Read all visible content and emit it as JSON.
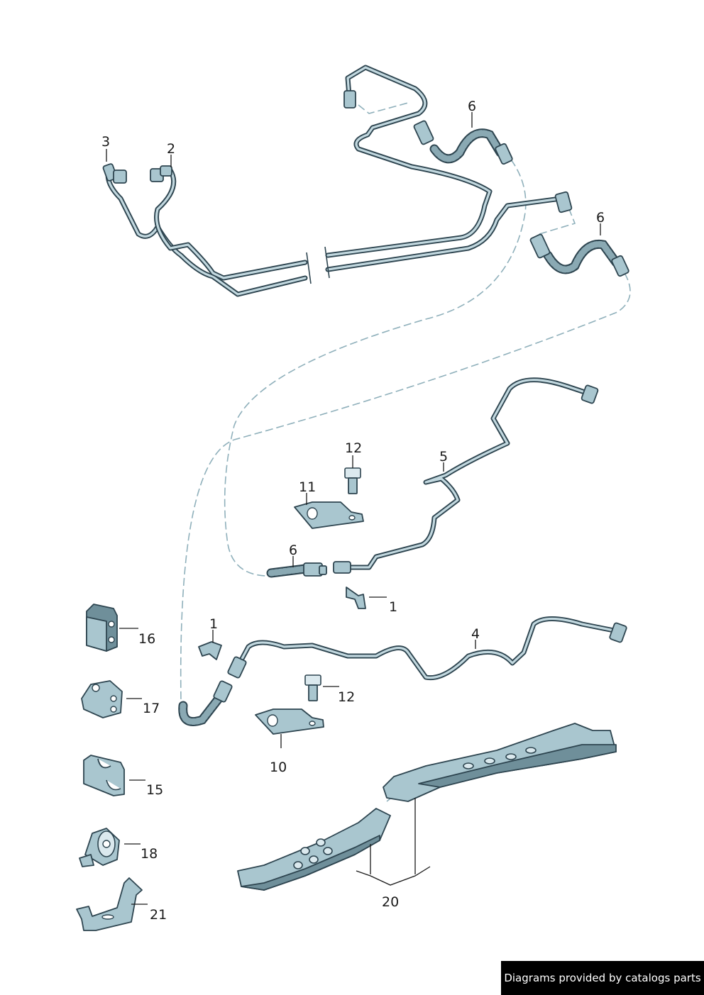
{
  "callouts": {
    "c1a": "1",
    "c1b": "1",
    "c2": "2",
    "c3": "3",
    "c4": "4",
    "c5": "5",
    "c6a": "6",
    "c6b": "6",
    "c6c": "6",
    "c10": "10",
    "c11": "11",
    "c12a": "12",
    "c12b": "12",
    "c15": "15",
    "c16": "16",
    "c17": "17",
    "c18": "18",
    "c20": "20",
    "c21": "21"
  },
  "watermark": "Diagrams provided by catalogs parts",
  "colors": {
    "part_fill": "#a9c6cf",
    "outline": "#2e4550",
    "tube_highlight": "#c2d8df",
    "background": "#ffffff"
  }
}
